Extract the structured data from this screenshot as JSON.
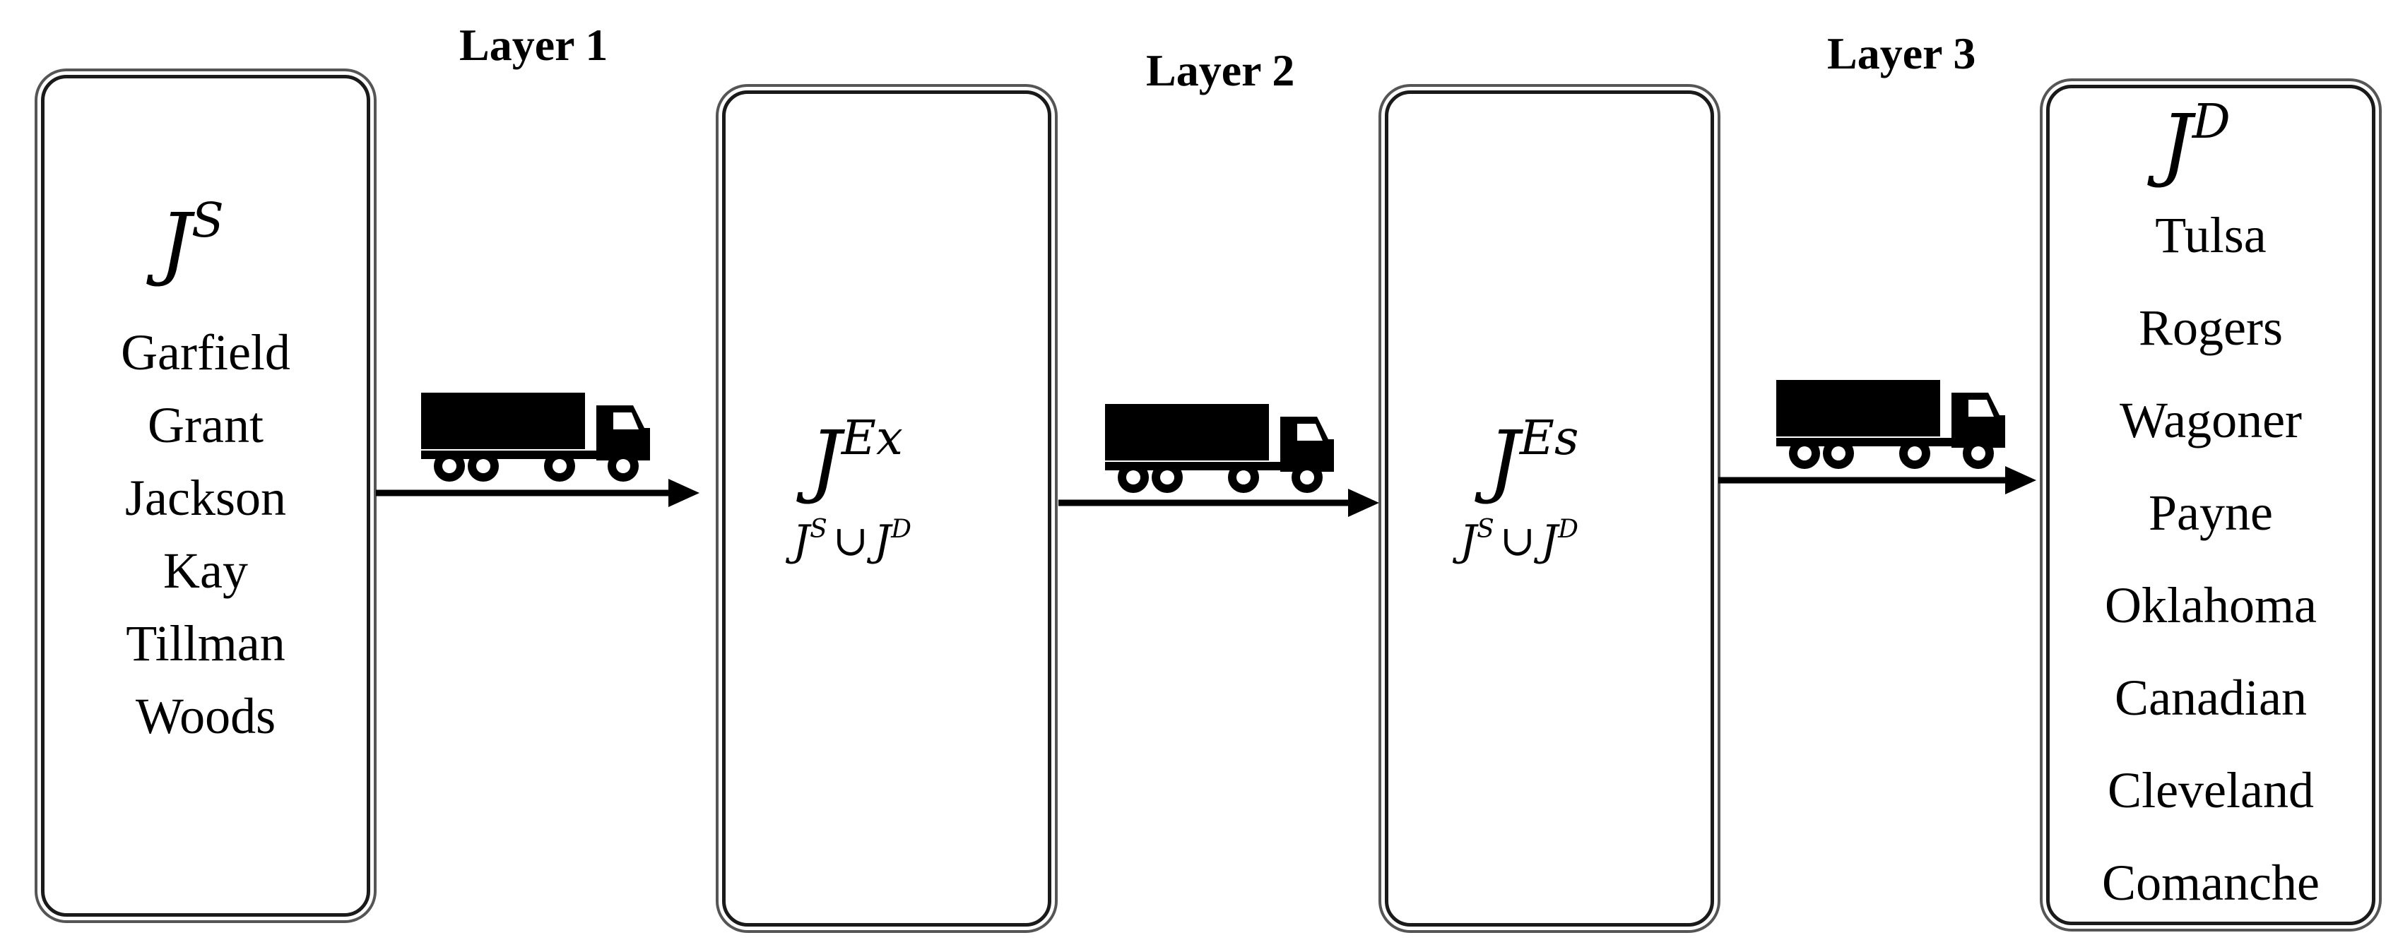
{
  "layers": [
    {
      "label": "Layer 1"
    },
    {
      "label": "Layer 2"
    },
    {
      "label": "Layer 3"
    }
  ],
  "supply": {
    "symbol_base": "J",
    "symbol_sup": "S",
    "cities": [
      "Garfield",
      "Grant",
      "Jackson",
      "Kay",
      "Tillman",
      "Woods"
    ]
  },
  "extraction": {
    "symbol_base": "J",
    "symbol_sup": "Ex",
    "set_left_base": "J",
    "set_left_sup": "S",
    "set_op": "∪",
    "set_right_base": "J",
    "set_right_sup": "D"
  },
  "storage": {
    "symbol_base": "J",
    "symbol_sup": "Es",
    "set_left_base": "J",
    "set_left_sup": "S",
    "set_op": "∪",
    "set_right_base": "J",
    "set_right_sup": "D"
  },
  "demand": {
    "symbol_base": "J",
    "symbol_sup": "D",
    "cities": [
      "Tulsa",
      "Rogers",
      "Wagoner",
      "Payne",
      "Oklahoma",
      "Canadian",
      "Cleveland",
      "Comanche"
    ]
  },
  "icons": [
    "truck-icon",
    "truck-icon",
    "truck-icon"
  ],
  "colors": {
    "line": "#000000",
    "background": "#ffffff"
  }
}
